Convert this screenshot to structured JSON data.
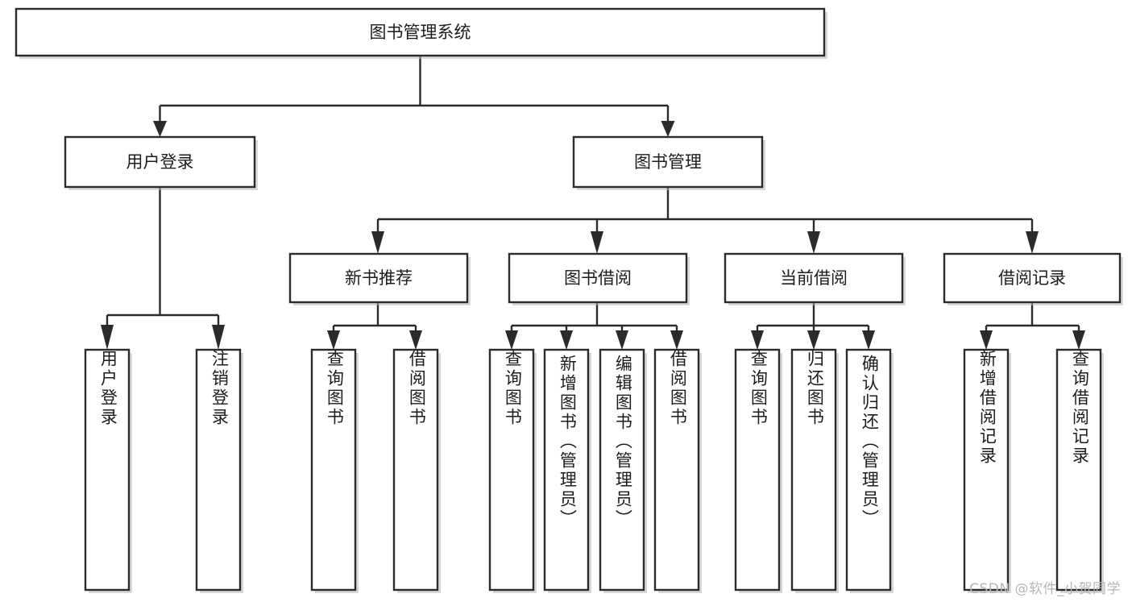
{
  "diagram": {
    "title": "图书管理系统",
    "type": "tree-hierarchy-chart",
    "background_color": "#ffffff",
    "box_stroke_color": "#2b2b2b",
    "box_fill_color": "#ffffff",
    "text_color": "#1c1c1c",
    "root": {
      "label": "图书管理系统",
      "orientation": "horizontal"
    },
    "level2": [
      {
        "id": "user-login",
        "label": "用户登录",
        "orientation": "horizontal"
      },
      {
        "id": "book-management",
        "label": "图书管理",
        "orientation": "horizontal"
      }
    ],
    "level3": [
      {
        "id": "new-book-recommend",
        "label": "新书推荐",
        "orientation": "horizontal",
        "parent": "book-management"
      },
      {
        "id": "book-borrow",
        "label": "图书借阅",
        "orientation": "horizontal",
        "parent": "book-management"
      },
      {
        "id": "current-borrow",
        "label": "当前借阅",
        "orientation": "horizontal",
        "parent": "book-management"
      },
      {
        "id": "borrow-record",
        "label": "借阅记录",
        "orientation": "horizontal",
        "parent": "book-management"
      }
    ],
    "leaves": [
      {
        "id": "leaf-user-login",
        "label": "用户登录",
        "parent": "user-login",
        "orientation": "vertical",
        "align": "middle"
      },
      {
        "id": "leaf-logout-login",
        "label": "注销登录",
        "parent": "user-login",
        "orientation": "vertical",
        "align": "middle"
      },
      {
        "id": "leaf-query-book-1",
        "label": "查询图书",
        "parent": "new-book-recommend",
        "orientation": "vertical",
        "align": "middle"
      },
      {
        "id": "leaf-borrow-book-1",
        "label": "借阅图书",
        "parent": "new-book-recommend",
        "orientation": "vertical",
        "align": "middle"
      },
      {
        "id": "leaf-query-book-2",
        "label": "查询图书",
        "parent": "book-borrow",
        "orientation": "vertical",
        "align": "middle"
      },
      {
        "id": "leaf-add-book-admin",
        "label": "新增图书（管理员）",
        "parent": "book-borrow",
        "orientation": "vertical",
        "align": "top"
      },
      {
        "id": "leaf-edit-book-admin",
        "label": "编辑图书（管理员）",
        "parent": "book-borrow",
        "orientation": "vertical",
        "align": "top"
      },
      {
        "id": "leaf-borrow-book-2",
        "label": "借阅图书",
        "parent": "book-borrow",
        "orientation": "vertical",
        "align": "middle"
      },
      {
        "id": "leaf-query-book-3",
        "label": "查询图书",
        "parent": "current-borrow",
        "orientation": "vertical",
        "align": "middle"
      },
      {
        "id": "leaf-return-book",
        "label": "归还图书",
        "parent": "current-borrow",
        "orientation": "vertical",
        "align": "middle"
      },
      {
        "id": "leaf-confirm-return-admin",
        "label": "确认归还（管理员）",
        "parent": "current-borrow",
        "orientation": "vertical",
        "align": "top"
      },
      {
        "id": "leaf-add-borrow-record",
        "label": "新增借阅记录",
        "parent": "borrow-record",
        "orientation": "vertical",
        "align": "middle"
      },
      {
        "id": "leaf-query-borrow-record",
        "label": "查询借阅记录",
        "parent": "borrow-record",
        "orientation": "vertical",
        "align": "middle"
      }
    ]
  },
  "watermark": {
    "text": "CSDN @软件_小贺同学",
    "color": "#b6b6b6"
  }
}
